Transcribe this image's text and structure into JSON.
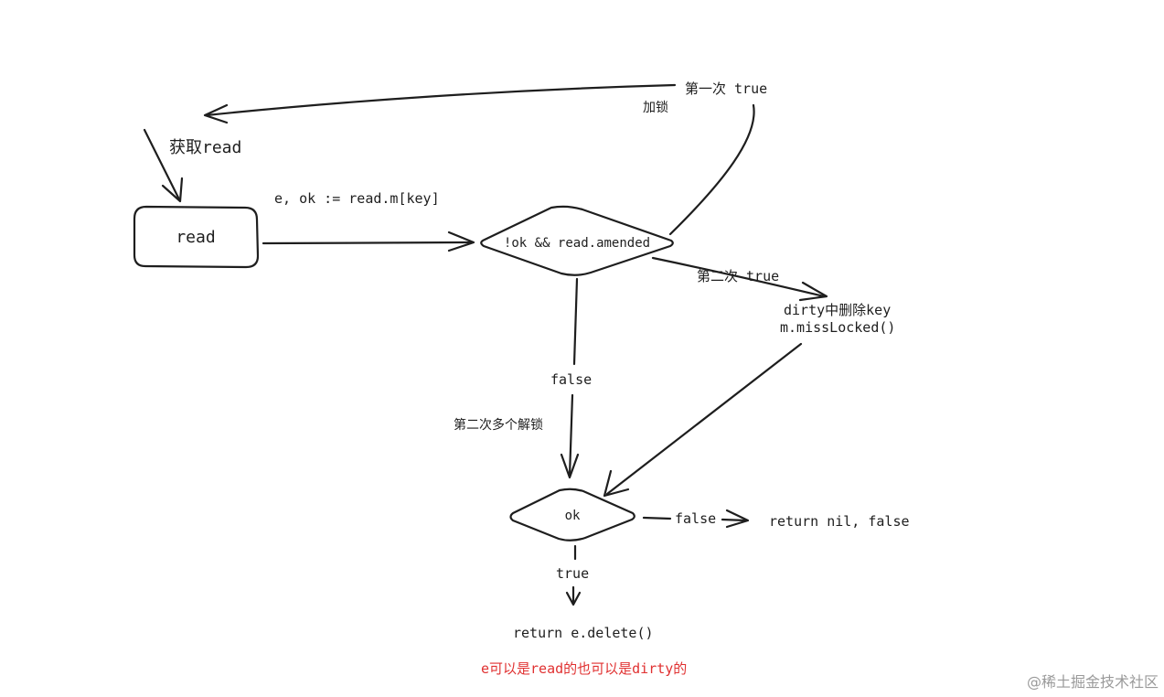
{
  "nodes": {
    "read_box": "read",
    "decision_amended": "!ok && read.amended",
    "decision_ok": "ok",
    "dirty_action_line1": "dirty中删除key",
    "dirty_action_line2": "m.missLocked()",
    "return_false": "return nil, false",
    "return_delete": "return e.delete()"
  },
  "edges": {
    "get_read": "获取read",
    "load_expr": "e, ok := read.m[key]",
    "first_true": "第一次 true",
    "lock": "加锁",
    "second_true": "第二次 true",
    "false_down": "false",
    "second_unlock": "第二次多个解锁",
    "ok_false": "false",
    "ok_true": "true"
  },
  "note": "e可以是read的也可以是dirty的",
  "watermark": "@稀土掘金技术社区",
  "colors": {
    "stroke": "#1e1e1e",
    "note": "#e03131",
    "watermark": "#9a9a9a"
  }
}
